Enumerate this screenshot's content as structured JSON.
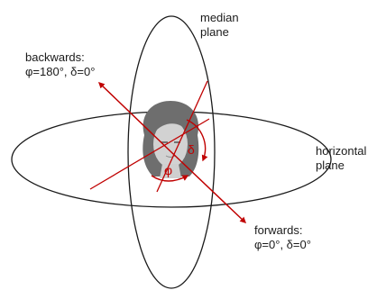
{
  "labels": {
    "median": [
      "median",
      "plane"
    ],
    "horizontal": [
      "horizontal",
      "plane"
    ],
    "backwards": [
      "backwards:",
      "φ=180°, δ=0°"
    ],
    "forwards": [
      "forwards:",
      "φ=0°, δ=0°"
    ],
    "delta": "δ",
    "phi": "φ"
  },
  "colors": {
    "outline": "#1a1a1a",
    "accent": "#c00000",
    "hair": "#6e6e6e",
    "skin": "#d2d2d2"
  },
  "icons": [
    "head-icon",
    "arrowhead-icon"
  ]
}
